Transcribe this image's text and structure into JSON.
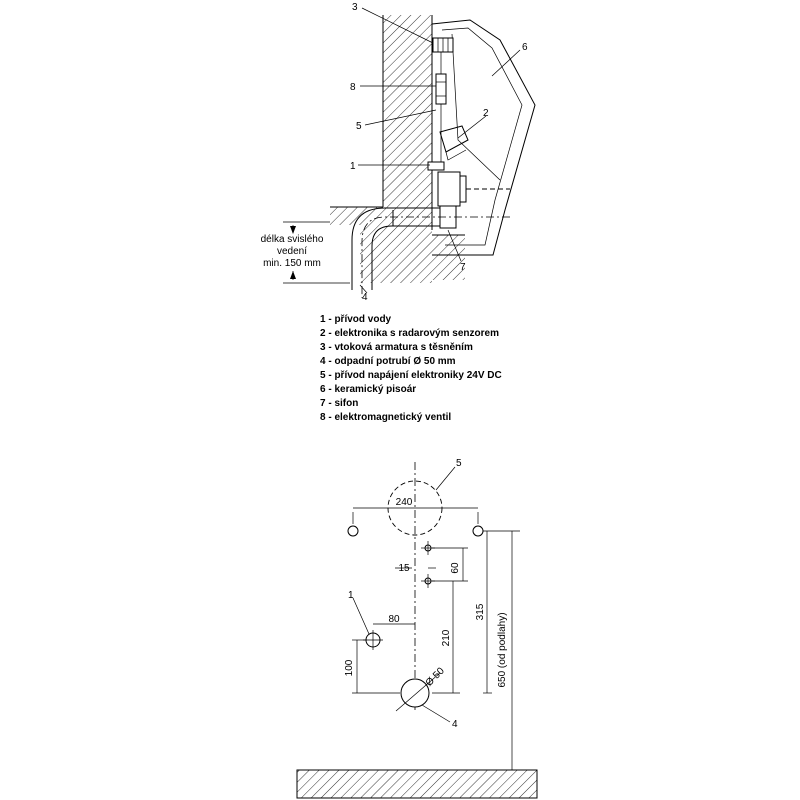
{
  "callouts": {
    "c1": "1",
    "c2": "2",
    "c3": "3",
    "c4": "4",
    "c5": "5",
    "c6": "6",
    "c7": "7",
    "c8": "8"
  },
  "vertical_run": {
    "line1": "délka svislého",
    "line2": "vedení",
    "line3": "min. 150 mm"
  },
  "legend": [
    "1 - přívod vody",
    "2 - elektronika s radarovým senzorem",
    "3 - vtoková armatura s těsněním",
    "4 - odpadní potrubí Ø 50 mm",
    "5 - přívod napájení elektroniky 24V DC",
    "6 - keramický pisoár",
    "7 - sifon",
    "8 - elektromagnetický ventil"
  ],
  "plan": {
    "callout_power": "5",
    "callout_water": "1",
    "callout_waste": "4",
    "dim_240": "240",
    "dim_15": "15",
    "dim_60": "60",
    "dim_80": "80",
    "dim_100": "100",
    "dim_210": "210",
    "dim_315": "315",
    "dim_650": "650 (od podlahy)",
    "dim_d50": "Ø 50"
  }
}
